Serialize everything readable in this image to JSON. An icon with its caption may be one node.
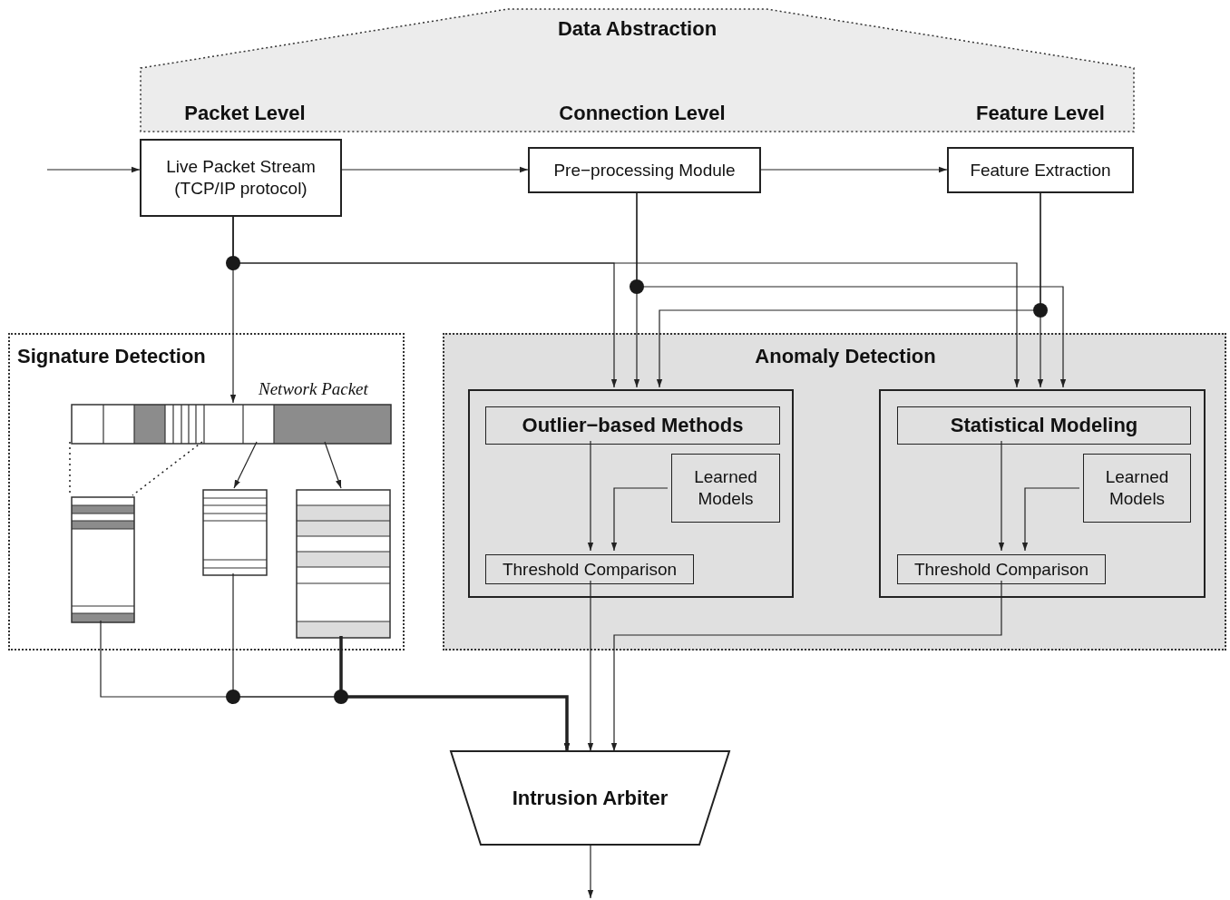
{
  "diagram": {
    "nodes": [
      {
        "text": [
          "Data Abstraction",
          "Packet Level",
          "Connection Level",
          "Feature Level"
        ]
      },
      {
        "text": [
          "Live Packet Stream (TCP/IP protocol)"
        ]
      },
      {
        "text": [
          "Pre−processing Module"
        ]
      },
      {
        "text": [
          "Feature Extraction"
        ]
      },
      {
        "text": [
          "Signature Detection"
        ]
      },
      {
        "text": [],
        "shape": "bar",
        "beside": [
          "Network Packet"
        ],
        "in": 4
      },
      {
        "text": [],
        "shape": "box",
        "in": 4
      },
      {
        "text": [],
        "shape": "box",
        "in": 4
      },
      {
        "text": [],
        "shape": "box",
        "in": 4
      },
      {
        "text": [
          "Anomaly Detection"
        ]
      },
      {
        "text": [],
        "shape": "box",
        "in": 9
      },
      {
        "text": [
          "Outlier−based Methods"
        ],
        "in": 10
      },
      {
        "text": [
          "Learned Models"
        ],
        "in": 10
      },
      {
        "text": [
          "Threshold Comparison"
        ],
        "in": 10
      },
      {
        "text": [],
        "shape": "box",
        "in": 9
      },
      {
        "text": [
          "Statistical Modeling"
        ],
        "in": 14
      },
      {
        "text": [
          "Learned Models"
        ],
        "in": 14
      },
      {
        "text": [
          "Threshold Comparison"
        ],
        "in": 14
      },
      {
        "text": [
          "Intrusion Arbiter"
        ]
      }
    ],
    "edges": [
      {
        "from": null,
        "to": 1,
        "arrow": "to"
      },
      {
        "from": 1,
        "to": 2,
        "arrow": "to"
      },
      {
        "from": 2,
        "to": 3,
        "arrow": "to"
      },
      {
        "from": 1,
        "to": 5,
        "arrow": "to"
      },
      {
        "from": 1,
        "to": 10,
        "arrow": "to"
      },
      {
        "from": 1,
        "to": 14,
        "arrow": "to"
      },
      {
        "from": 2,
        "to": 10,
        "arrow": "to"
      },
      {
        "from": 2,
        "to": 14,
        "arrow": "to"
      },
      {
        "from": 3,
        "to": 14,
        "arrow": "to"
      },
      {
        "from": 3,
        "to": 10,
        "arrow": "to"
      },
      {
        "from": 11,
        "to": 13,
        "arrow": "to"
      },
      {
        "from": 12,
        "to": 13,
        "arrow": "to"
      },
      {
        "from": 15,
        "to": 17,
        "arrow": "to"
      },
      {
        "from": 16,
        "to": 17,
        "arrow": "to"
      },
      {
        "from": 13,
        "to": 18,
        "arrow": "to"
      },
      {
        "from": 17,
        "to": 18,
        "arrow": "to"
      },
      {
        "from": 5,
        "to": 7,
        "arrow": "to"
      },
      {
        "from": 5,
        "to": 8,
        "arrow": "to"
      },
      {
        "from": 5,
        "to": 6,
        "arrow": "none",
        "style": "dashed"
      },
      {
        "from": 6,
        "to": 18,
        "arrow": "to"
      },
      {
        "from": 7,
        "to": 18,
        "arrow": "to"
      },
      {
        "from": 8,
        "to": 18,
        "arrow": "to",
        "style": "thick"
      },
      {
        "from": 18,
        "to": null,
        "arrow": "to"
      },
      {
        "from": 5,
        "to": 6,
        "arrow": "none",
        "style": "dashed"
      }
    ]
  }
}
